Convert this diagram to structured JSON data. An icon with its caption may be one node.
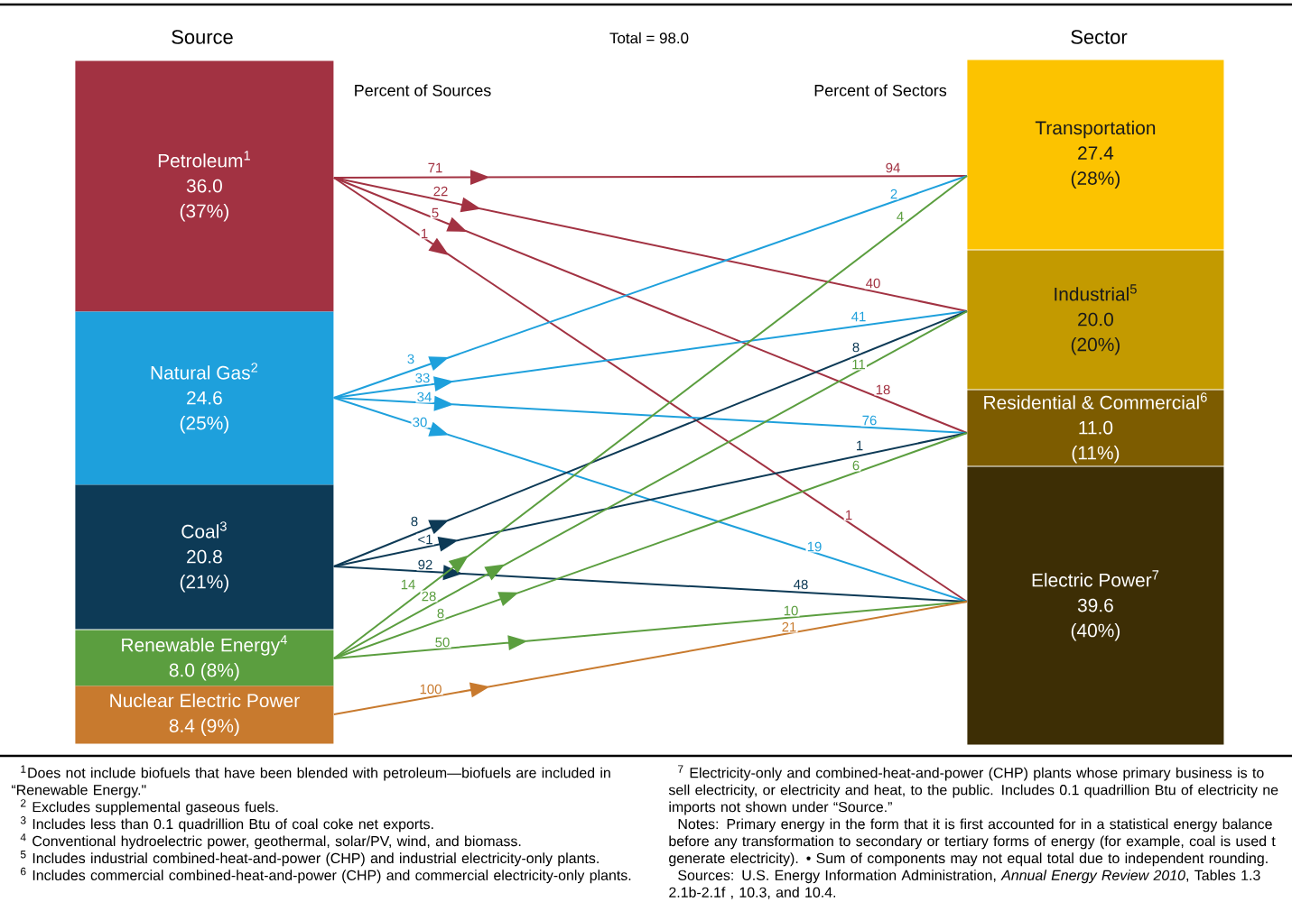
{
  "diagram": {
    "title": "Total = 98.0",
    "nodes": [
      {
        "text": [
          "Petroleum$^{1}$",
          "36.0",
          "(37%)"
        ]
      },
      {
        "text": [
          "Natural Gas$^{2}$",
          "24.6",
          "(25%)"
        ]
      },
      {
        "text": [
          "Coal$^{3}$",
          "20.8",
          "(21%)"
        ]
      },
      {
        "text": [
          "Renewable Energy$^{4}$",
          "8.0 (8%)"
        ]
      },
      {
        "text": [
          "Nuclear Electric Power",
          "8.4 (9%)"
        ]
      },
      {
        "text": [
          "Transportation",
          "27.4",
          "(28%)"
        ]
      },
      {
        "text": [
          "Industrial$^{5}$",
          "20.0",
          "(20%)"
        ]
      },
      {
        "text": [
          "Residential & Commercial$^{6}$",
          "11.0",
          "(11%)"
        ]
      },
      {
        "text": [
          "Electric Power$^{7}$",
          "39.6",
          "(40%)"
        ]
      }
    ],
    "edges": [
      {
        "from": 0,
        "to": 5,
        "arrow": "to",
        "label": "71",
        "color": "#a23242"
      },
      {
        "from": 0,
        "to": 6,
        "arrow": "to",
        "label": "22",
        "color": "#a23242"
      },
      {
        "from": 0,
        "to": 7,
        "arrow": "to",
        "label": "5",
        "color": "#a23242"
      },
      {
        "from": 0,
        "to": 8,
        "arrow": "to",
        "label": "1",
        "color": "#a23242"
      },
      {
        "from": 1,
        "to": 5,
        "arrow": "to",
        "label": "3",
        "color": "#1ea0dc"
      },
      {
        "from": 1,
        "to": 6,
        "arrow": "to",
        "label": "33",
        "color": "#1ea0dc"
      },
      {
        "from": 1,
        "to": 7,
        "arrow": "to",
        "label": "34",
        "color": "#1ea0dc"
      },
      {
        "from": 1,
        "to": 8,
        "arrow": "to",
        "label": "30",
        "color": "#1ea0dc"
      },
      {
        "from": 2,
        "to": 6,
        "arrow": "to",
        "label": "8",
        "color": "#0d3a56"
      },
      {
        "from": 2,
        "to": 7,
        "arrow": "to",
        "label": "<1",
        "color": "#0d3a56"
      },
      {
        "from": 2,
        "to": 8,
        "arrow": "to",
        "label": "92",
        "color": "#0d3a56"
      },
      {
        "from": 3,
        "to": 5,
        "arrow": "to",
        "label": "14",
        "color": "#5b9e3f"
      },
      {
        "from": 3,
        "to": 6,
        "arrow": "to",
        "label": "28",
        "color": "#5b9e3f"
      },
      {
        "from": 3,
        "to": 7,
        "arrow": "to",
        "label": "8",
        "color": "#5b9e3f"
      },
      {
        "from": 3,
        "to": 8,
        "arrow": "to",
        "label": "50",
        "color": "#5b9e3f"
      },
      {
        "from": 4,
        "to": 8,
        "arrow": "to",
        "label": "100",
        "color": "#c87a2e"
      }
    ],
    "labels": [
      "Source",
      "Sector",
      "Percent of Sources",
      "Percent of Sectors",
      "94",
      "40",
      "18",
      "1",
      "2",
      "41",
      "76",
      "19",
      "8",
      "1",
      "48",
      "4",
      "11",
      "6",
      "10",
      "21",
      "$^{1}$Does not include biofuels that have been blended with petroleum—biofuels are included in “Renewable Energy.\"",
      "$^{2}$ Excludes supplemental gaseous fuels.",
      "$^{3}$ Includes less than 0.1 quadrillion Btu of coal coke net exports.",
      "$^{4}$ Conventional hydroelectric power, geothermal, solar/PV, wind, and biomass.",
      "$^{5}$ Includes industrial combined-heat-and-power (CHP) and industrial electricity-only plants.",
      "$^{6}$ Includes commercial combined-heat-and-power (CHP) and commercial electricity-only plants.",
      "$^{7}$ Electricity-only and combined-heat-and-power (CHP) plants whose primary business is to sell electricity, or electricity and heat, to the public. Includes 0.1 quadrillion Btu of electricity ne imports not shown under “Source.”",
      "Notes: Primary energy in the form that it is first accounted for in a statistical energy balance before any transformation to secondary or tertiary forms of energy (for example, coal is used t generate electricity). • Sum of components may not equal total due to independent rounding.",
      "Sources: U.S. Energy Information Administration, *Annual Energy Review 2010*, Tables 1.3 2.1b-2.1f , 10.3, and 10.4."
    ]
  }
}
